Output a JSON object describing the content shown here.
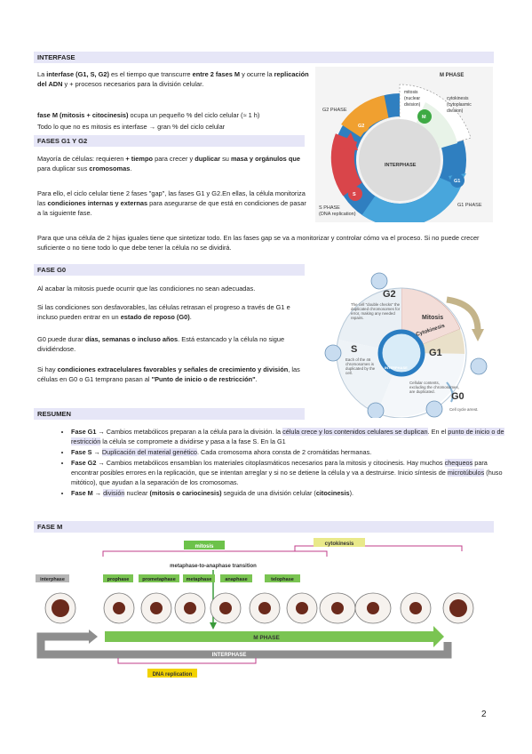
{
  "sections": {
    "interfase": "INTERFASE",
    "fases_g1_g2": "FASES G1 Y G2",
    "fase_g0": "FASE G0",
    "resumen": "RESUMEN",
    "fase_m": "FASE M"
  },
  "interfase": {
    "p1_a": "La ",
    "p1_b": "interfase (G1, S, G2)",
    "p1_c": " es el tiempo que transcurre ",
    "p1_d": "entre 2 fases M",
    "p1_e": " y ocurre la ",
    "p1_f": "replicación del ADN",
    "p1_g": " y + procesos necesarios para la división celular.",
    "p2_a": "fase M (mitosis + citocinesis)",
    "p2_b": " ocupa un pequeño % del ciclo celular (≈ 1 h)",
    "p3": "Todo lo que no es mitosis es interfase → gran % del ciclo celular"
  },
  "g1g2": {
    "p1_a": "Mayoría de células:  requieren ",
    "p1_b": "+ tiempo",
    "p1_c": " para crecer y ",
    "p1_d": "duplicar",
    "p1_e": " su ",
    "p1_f": "masa y orgánulos que",
    "p1_g": " para duplicar sus ",
    "p1_h": "cromosomas",
    "p1_i": ".",
    "p2_a": "Para ello, el ciclo celular tiene 2 fases \"gap\", las fases G1 y G2.En ellas, la célula monitoriza las ",
    "p2_b": "condiciones internas y externas",
    "p2_c": " para asegurarse de que está en condiciones de pasar a la siguiente fase.",
    "p3": "Para que una célula de 2 hijas iguales tiene que sintetizar todo. En las fases gap se va a monitorizar y controlar cómo va el proceso. Si no puede crecer suficiente o no tiene todo lo que debe tener la célula no se dividirá."
  },
  "g0": {
    "p1": "Al acabar la mitosis puede ocurrir que las condiciones no sean adecuadas.",
    "p2_a": "Si las condiciones son desfavorables, las células retrasan el progreso a través de G1 e incluso pueden entrar en un ",
    "p2_b": "estado de reposo (G0)",
    "p2_c": ".",
    "p3_a": "G0 puede durar ",
    "p3_b": "días, semanas o incluso años",
    "p3_c": ". Está estancado y la célula no sigue dividiéndose.",
    "p4_a": "Si hay ",
    "p4_b": "condiciones extracelulares favorables y señales de crecimiento y división",
    "p4_c": ", las células en G0 o G1 temprano pasan al ",
    "p4_d": "\"Punto de inicio o de restricción\"",
    "p4_e": "."
  },
  "resumen": {
    "b1_label": "Fase G1",
    "b1_a": " → Cambios metabólicos preparan a la célula para la división. la ",
    "b1_b": "célula crece y los contenidos celulares se duplican",
    "b1_c": ". En el ",
    "b1_d": "punto de inicio o de restricción",
    "b1_e": " la célula se compromete a dividirse y pasa a la fase S. En la G1",
    "b2_label": "Fase S",
    "b2_a": " → ",
    "b2_b": "Duplicación del material genético",
    "b2_c": ". Cada cromosoma ahora consta de 2 cromátidas hermanas.",
    "b3_label": "Fase G2",
    "b3_a": " → Cambios metabólicos ensamblan los materiales citoplasmáticos necesarios para la mitosis y citocinesis. Hay muchos ",
    "b3_b": "chequeos",
    "b3_c": " para encontrar posibles errores en la replicación, que se intentan arreglar y si no se detiene la célula y va a destruirse. Inicio síntesis de ",
    "b3_d": "microtúbulos",
    "b3_e": " (huso mitótico), que ayudan a la separación de los cromosomas.",
    "b4_label": "Fase M",
    "b4_a": " → ",
    "b4_b": "división",
    "b4_c": " nuclear ",
    "b4_d": "(mitosis o cariocinesis)",
    "b4_e": " seguida de una división celular (",
    "b4_f": "citocinesis",
    "b4_g": ")."
  },
  "fig1": {
    "m_phase": "M PHASE",
    "mitosis_1": "mitosis",
    "mitosis_2": "(nuclear",
    "mitosis_3": "division)",
    "cyto_1": "cytokinesis",
    "cyto_2": "(cytoplasmic",
    "cyto_3": "division)",
    "g2_phase": "G2 PHASE",
    "g2": "G2",
    "m": "M",
    "interphase": "INTERPHASE",
    "s": "S",
    "g1": "G1",
    "g1_phase": "G1 PHASE",
    "s_phase_1": "S PHASE",
    "s_phase_2": "(DNA replication)"
  },
  "fig2": {
    "g2": "G2",
    "g2_note_1": "The cell \"double checks\" the",
    "g2_note_2": "duplicated chromosomes for",
    "g2_note_3": "error, making any needed",
    "g2_note_4": "repairs.",
    "mitosis": "Mitosis",
    "cytokinesis": "Cytokinesis",
    "s": "S",
    "s_note_1": "Each of the 46",
    "s_note_2": "chromosomes is",
    "s_note_3": "duplicated by the",
    "s_note_4": "cell.",
    "interphase": "INTERPHASE",
    "g1": "G1",
    "g1_note_1": "Cellular contents,",
    "g1_note_2": "excluding the chromosomes,",
    "g1_note_3": "are duplicated.",
    "g0": "G0",
    "g0_note": "Cell cycle arrest."
  },
  "fig3": {
    "mitosis": "mitosis",
    "cytokinesis": "cytokinesis",
    "transition": "metaphase-to-anaphase transition",
    "stages": [
      "interphase",
      "prophase",
      "prometaphase",
      "metaphase",
      "anaphase",
      "telophase"
    ],
    "m_phase": "M PHASE",
    "interphase": "INTERPHASE",
    "dna_replication": "DNA replication"
  },
  "page_number": "2",
  "colors": {
    "header_bg": "#e6e6f7",
    "highlight": "#e4e3f6",
    "blue_ring": "#3b82c4",
    "green_arrow": "#4caf50",
    "mitosis_label": "#6cc24a",
    "cytokinesis_label": "#e9e98a",
    "dna_label": "#f2d200"
  }
}
